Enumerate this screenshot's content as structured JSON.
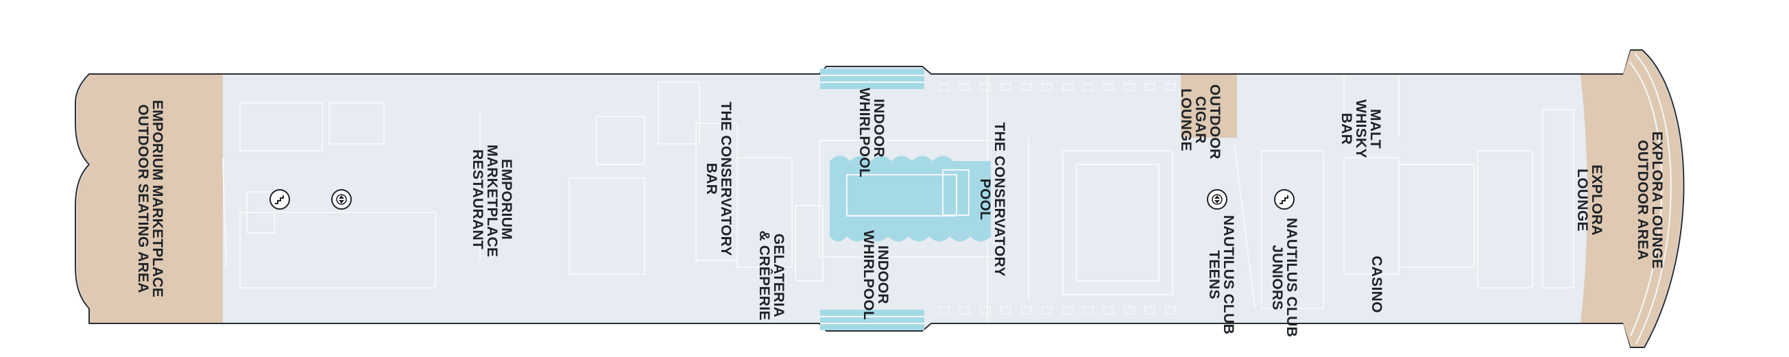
{
  "deck_map": {
    "colors": {
      "interior": "#e6ecf1",
      "outdoor": "#dfc9b3",
      "pool": "#a6d9e6",
      "hull_outline": "#2a2f36",
      "room_lines": "#f5f8fa",
      "label_text": "#1f2328"
    },
    "labels": {
      "emporium_outdoor": "EMPORIUM MARKETPLACE\nOUTDOOR SEATING AREA",
      "emporium_restaurant": "EMPORIUM\nMARKETPLACE\nRESTAURANT",
      "conservatory_bar": "THE CONSERVATORY\nBAR",
      "gelateria": "GELATERIA\n& CRÊPERIE",
      "indoor_whirlpool_top": "INDOOR\nWHIRLPOOL",
      "indoor_whirlpool_bottom": "INDOOR\nWHIRLPOOL",
      "conservatory_pool": "THE CONSERVATORY\nPOOL",
      "outdoor_cigar_lounge": "OUTDOOR\nCIGAR\nLOUNGE",
      "nautilus_club_teens": "NAUTILUS CLUB\nTEENS",
      "malt_whisky_bar": "MALT\nWHISKY\nBAR",
      "nautilus_club_juniors": "NAUTILUS CLUB\nJUNIORS",
      "casino": "CASINO",
      "explora_lounge": "EXPLORA\nLOUNGE",
      "explora_outdoor": "EXPLORA LOUNGE\nOUTDOOR AREA"
    },
    "icons": {
      "stairs": "stairs-icon",
      "elevator": "elevator-icon"
    }
  }
}
